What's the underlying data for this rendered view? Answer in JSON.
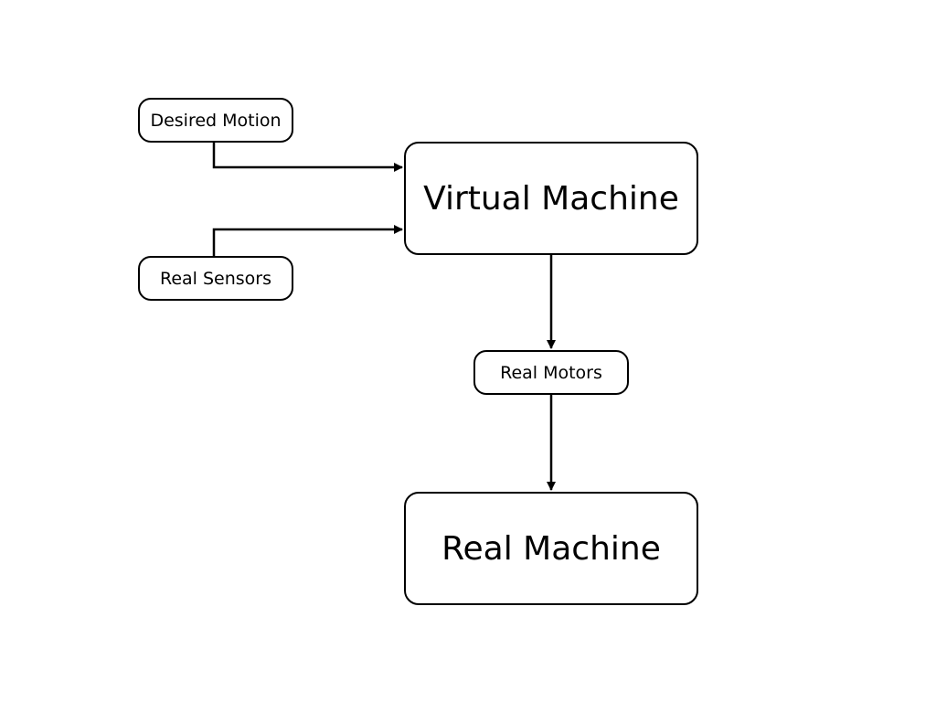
{
  "diagram": {
    "nodes": {
      "desired_motion": "Desired Motion",
      "real_sensors": "Real Sensors",
      "virtual_machine": "Virtual Machine",
      "real_motors": "Real Motors",
      "real_machine": "Real Machine"
    },
    "edges": [
      {
        "from": "desired_motion",
        "to": "virtual_machine"
      },
      {
        "from": "real_sensors",
        "to": "virtual_machine"
      },
      {
        "from": "virtual_machine",
        "to": "real_motors"
      },
      {
        "from": "real_motors",
        "to": "real_machine"
      }
    ],
    "colors": {
      "stroke": "#000000",
      "background": "#ffffff"
    }
  }
}
